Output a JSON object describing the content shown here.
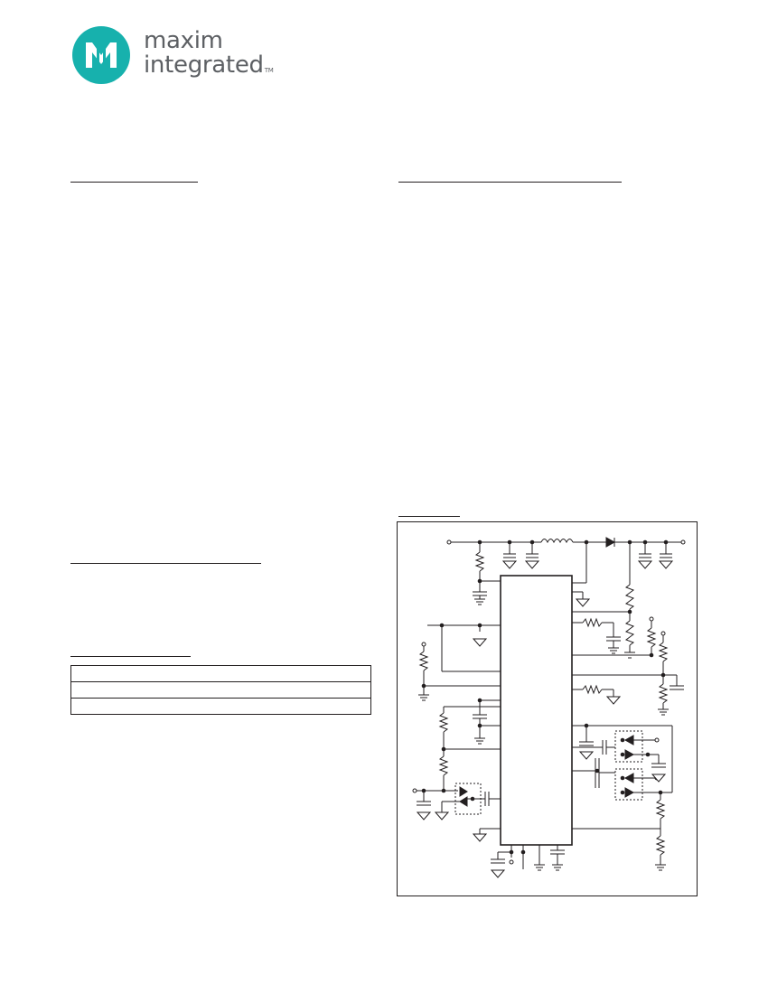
{
  "brand": {
    "name_line1": "maxim",
    "name_line2": "integrated",
    "trademark": "TM",
    "logo_color": "#17b1ad",
    "text_color": "#5d6064"
  },
  "table": {
    "rows": 3
  },
  "figure": {
    "type": "typical operating circuit schematic"
  }
}
